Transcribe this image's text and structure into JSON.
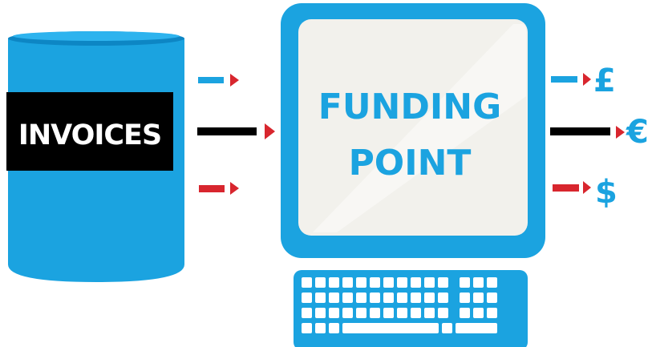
{
  "barrel": {
    "label": "INVOICES"
  },
  "monitor": {
    "title_line1": "FUNDING",
    "title_line2": "POINT"
  },
  "currencies": {
    "gbp": "£",
    "eur": "€",
    "usd": "$"
  },
  "colors": {
    "blue": "#1ba3e0",
    "blue_dark": "#0d86c4",
    "black": "#000000",
    "red": "#d8262e",
    "screen_bg": "#f2f1ec",
    "white": "#ffffff"
  }
}
